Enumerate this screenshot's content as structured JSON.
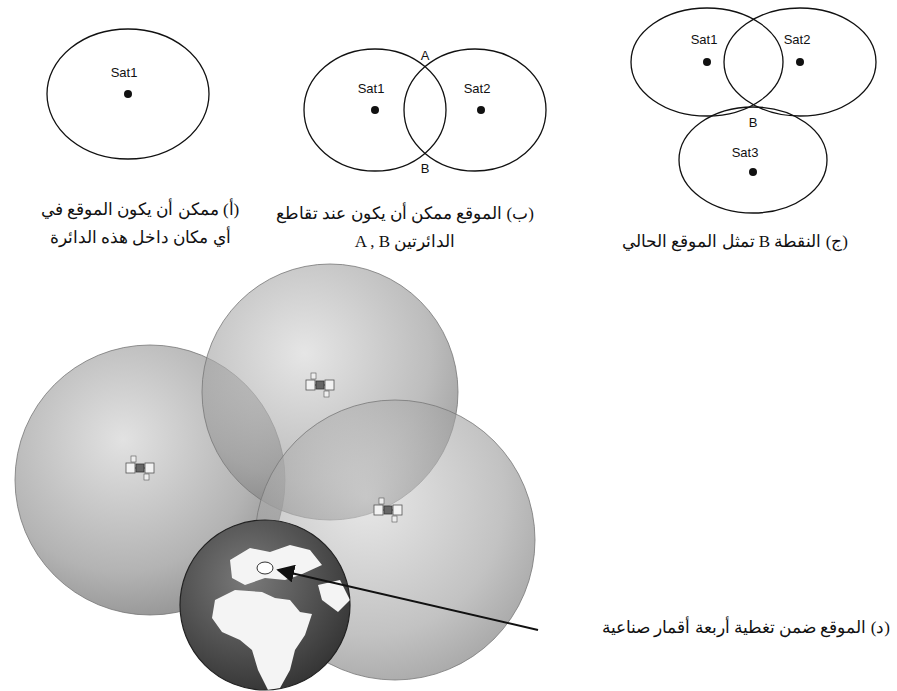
{
  "diagram": {
    "nodes": [
      {
        "text": [
          "Sat1"
        ]
      },
      {
        "text": [
          "Sat1"
        ]
      },
      {
        "text": [
          "Sat2"
        ]
      },
      {
        "text": [
          "Sat1"
        ]
      },
      {
        "text": [
          "Sat2"
        ]
      },
      {
        "text": [
          "Sat3"
        ]
      }
    ],
    "labels": [
      "A",
      "B",
      "B",
      "(أ) ممكن أن يكون الموقع في أي مكان داخل هذه الدائرة",
      "(ب) الموقع ممكن أن يكون عند تقاطع الدائرتين A , B",
      "(ج) النقطة B تمثل الموقع الحالي",
      "(د) الموقع ضمن تغطية أربعة أقمار صناعية"
    ]
  }
}
